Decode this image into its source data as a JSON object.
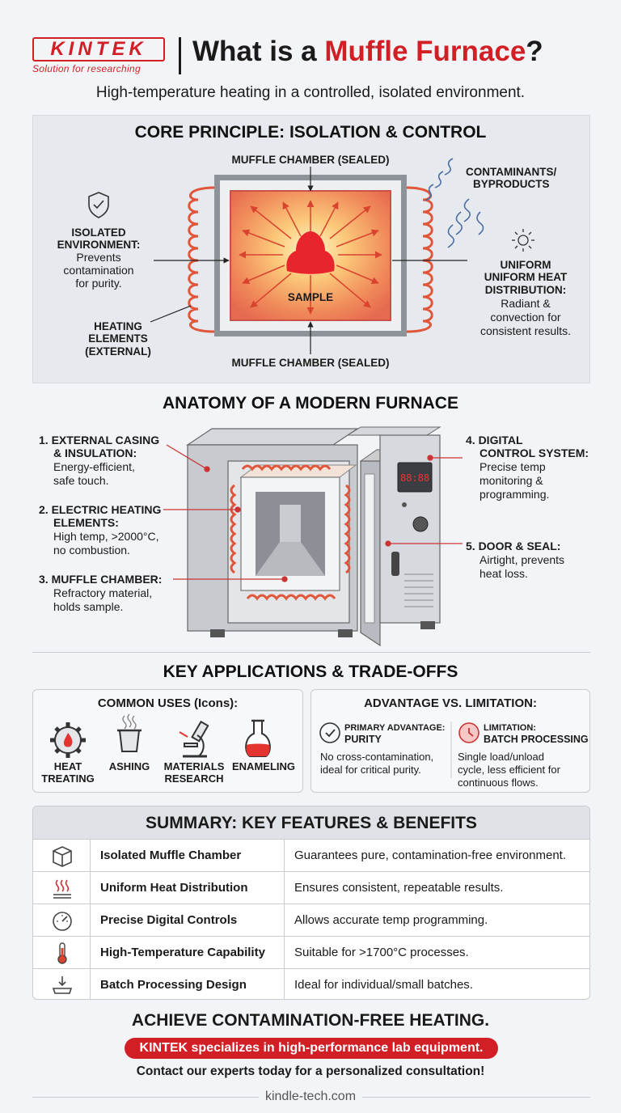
{
  "brand": {
    "logo": "KINTEK",
    "tagline": "Solution for researching"
  },
  "header": {
    "title_prefix": "What is a ",
    "title_accent": "Muffle Furnace",
    "title_suffix": "?",
    "subtitle": "High-temperature heating in a controlled, isolated environment."
  },
  "principle": {
    "heading": "CORE PRINCIPLE: ISOLATION & CONTROL",
    "chamber_top": "MUFFLE CHAMBER (SEALED)",
    "chamber_bottom": "MUFFLE CHAMBER (SEALED)",
    "sample": "SAMPLE",
    "contaminants_1": "CONTAMINANTS/",
    "contaminants_2": "BYPRODUCTS",
    "isolated_1": "ISOLATED",
    "isolated_2": "ENVIRONMENT:",
    "isolated_3": "Prevents",
    "isolated_4": "contamination",
    "isolated_5": "for purity.",
    "heating_1": "HEATING",
    "heating_2": "ELEMENTS",
    "heating_3": "(EXTERNAL)",
    "uniform_1": "UNIFORM",
    "uniform_2": "UNIFORM HEAT",
    "uniform_3": "DISTRIBUTION:",
    "uniform_4": "Radiant &",
    "uniform_5": "convection for",
    "uniform_6": "consistent results."
  },
  "anatomy": {
    "heading": "ANATOMY OF A MODERN FURNACE",
    "display": "88:88",
    "p1_a": "1. EXTERNAL CASING",
    "p1_b": "& INSULATION:",
    "p1_c": "Energy-efficient,",
    "p1_d": "safe touch.",
    "p2_a": "2. ELECTRIC HEATING",
    "p2_b": "ELEMENTS:",
    "p2_c": "High temp, >2000°C,",
    "p2_d": "no combustion.",
    "p3_a": "3. MUFFLE CHAMBER:",
    "p3_b": "Refractory material,",
    "p3_c": "holds sample.",
    "p4_a": "4. DIGITAL",
    "p4_b": "CONTROL SYSTEM:",
    "p4_c": "Precise temp",
    "p4_d": "monitoring &",
    "p4_e": "programming.",
    "p5_a": "5. DOOR & SEAL:",
    "p5_b": "Airtight, prevents",
    "p5_c": "heat loss."
  },
  "applications": {
    "heading": "KEY APPLICATIONS & TRADE-OFFS",
    "uses_title": "COMMON USES (Icons):",
    "uses": [
      {
        "l1": "HEAT",
        "l2": "TREATING",
        "icon": "gear-flame-icon"
      },
      {
        "l1": "ASHING",
        "l2": "",
        "icon": "crucible-icon"
      },
      {
        "l1": "MATERIALS",
        "l2": "RESEARCH",
        "icon": "microscope-icon"
      },
      {
        "l1": "ENAMELING",
        "l2": "",
        "icon": "flask-icon"
      }
    ],
    "tradeoff_title": "ADVANTAGE VS. LIMITATION:",
    "adv_1": "PRIMARY ADVANTAGE:",
    "adv_2": "PURITY",
    "adv_3": "No cross-contamination,",
    "adv_4": "ideal for critical purity.",
    "lim_1": "LIMITATION:",
    "lim_2": "BATCH PROCESSING",
    "lim_3": "Single load/unload",
    "lim_4": "cycle, less efficient for",
    "lim_5": "continuous flows."
  },
  "summary": {
    "heading": "SUMMARY: KEY FEATURES & BENEFITS",
    "rows": [
      {
        "feature": "Isolated Muffle Chamber",
        "benefit": "Guarantees pure, contamination-free environment.",
        "icon": "box-icon"
      },
      {
        "feature": "Uniform Heat Distribution",
        "benefit": "Ensures consistent, repeatable results.",
        "icon": "heat-waves-icon"
      },
      {
        "feature": "Precise Digital Controls",
        "benefit": "Allows accurate temp programming.",
        "icon": "gauge-icon"
      },
      {
        "feature": "High-Temperature Capability",
        "benefit": "Suitable for >1700°C processes.",
        "icon": "thermometer-icon"
      },
      {
        "feature": "Batch Processing Design",
        "benefit": "Ideal for individual/small batches.",
        "icon": "tray-icon"
      }
    ]
  },
  "cta": {
    "headline": "ACHIEVE CONTAMINATION-FREE HEATING.",
    "pill": "KINTEK specializes in high-performance lab equipment.",
    "contact": "Contact our experts today for a personalized consultation!",
    "site": "kindle-tech.com"
  },
  "colors": {
    "accent": "#d21f26",
    "coil": "#e0563b",
    "panel": "#e6e9ed"
  }
}
